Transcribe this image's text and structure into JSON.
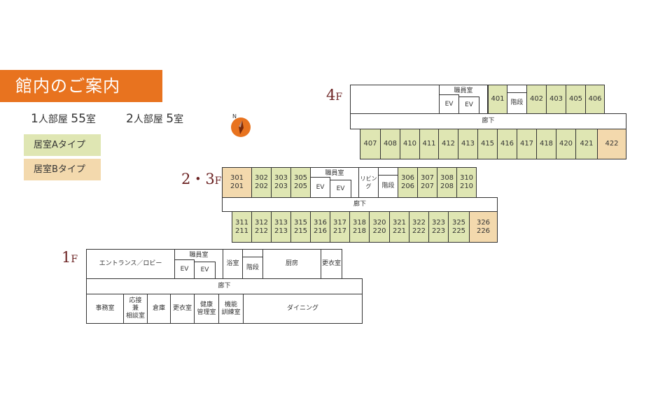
{
  "title": "館内のご案内",
  "summary": {
    "single": {
      "prefix": "1",
      "label": "人部屋",
      "count": "55",
      "unit": "室"
    },
    "double": {
      "prefix": "2",
      "label": "人部屋",
      "count": "5",
      "unit": "室"
    }
  },
  "legend": {
    "a": "居室Aタイプ",
    "b": "居室Bタイプ",
    "a_color": "#dfe6b3",
    "b_color": "#f3d9ad"
  },
  "compass": {
    "label": "N",
    "icon": "compass-icon"
  },
  "floors": {
    "f4": {
      "label_num": "4",
      "label_f": "F",
      "staff": "職員室",
      "ev1": "EV",
      "ev2": "EV",
      "stairs": "階段",
      "corridor": "廊下",
      "top_rooms_a": [
        "401"
      ],
      "top_rooms_b": [
        "402",
        "403",
        "405",
        "406"
      ],
      "bottom_rooms": [
        "407",
        "408",
        "410",
        "411",
        "412",
        "413",
        "415",
        "416",
        "417",
        "418",
        "420",
        "421"
      ],
      "bottom_room_b": "422"
    },
    "f23": {
      "label_num": "2・3",
      "label_f": "F",
      "room_b_top": "301\n201",
      "top_rooms": [
        "302\n202",
        "303\n203",
        "305\n205"
      ],
      "staff": "職員室",
      "ev1": "EV",
      "ev2": "EV",
      "living": "リビング",
      "stairs": "階段",
      "top_rooms2": [
        "306\n206",
        "307\n207",
        "308\n208",
        "310\n210"
      ],
      "corridor": "廊下",
      "bottom_rooms": [
        "311\n211",
        "312\n212",
        "313\n213",
        "315\n215",
        "316\n216",
        "317\n217",
        "318\n218",
        "320\n220",
        "321\n221",
        "322\n222",
        "323\n223",
        "325\n225"
      ],
      "bottom_room_b": "326\n226"
    },
    "f1": {
      "label_num": "1",
      "label_f": "F",
      "entrance": "エントランス／ロビー",
      "staff": "職員室",
      "ev1": "EV",
      "ev2": "EV",
      "bath": "浴室",
      "stairs": "階段",
      "kitchen": "厨房",
      "locker_top": "更衣室",
      "corridor": "廊下",
      "office": "事務室",
      "counsel": "応接\n兼\n相談室",
      "storage": "倉庫",
      "locker": "更衣室",
      "health": "健康\n管理室",
      "training": "機能\n訓練室",
      "dining": "ダイニング"
    }
  }
}
